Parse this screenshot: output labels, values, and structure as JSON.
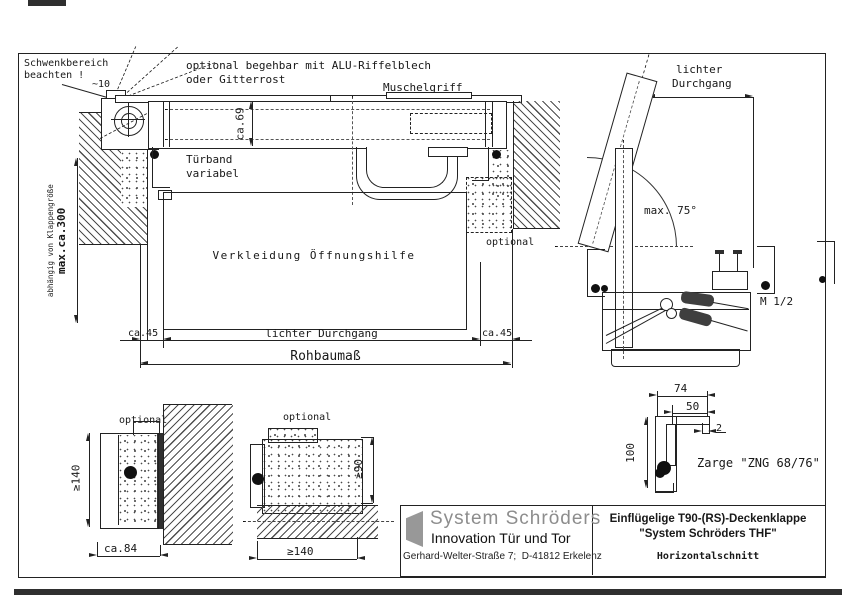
{
  "main_view": {
    "swing_note_line1": "Schwenkbereich",
    "swing_note_line2": "beachten !",
    "gap_dim": "~10",
    "walkable_note_line1": "optional begehbar mit ALU-Riffelblech",
    "walkable_note_line2": "oder Gitterrost",
    "handle_label": "Muschelgriff",
    "leaf_thickness_dim": "ca.69",
    "hinge_label_line1": "Türband",
    "hinge_label_line2": "variabel",
    "cover_label": "Verkleidung Öffnungshilfe",
    "optional_label": "optional",
    "height_dim_note": "abhängig von Klappengröße",
    "height_dim": "max.ca.300",
    "frame_dim_left": "ca.45",
    "clear_width_dim": "lichter Durchgang",
    "frame_dim_right": "ca.45",
    "shell_dim": "Rohbaumaß"
  },
  "side_view": {
    "clear_dim_line1": "lichter",
    "clear_dim_line2": "Durchgang",
    "opening_angle": "max. 75°",
    "scale_label": "M 1/2"
  },
  "detail_wall_mount": {
    "optional_label": "optional",
    "depth_dim": "≥140",
    "width_dim": "ca.84"
  },
  "detail_ceiling_mount": {
    "optional_label": "optional",
    "height_dim": "≥90",
    "width_dim": "≥140"
  },
  "detail_frame_profile": {
    "width_dim": "74",
    "inner_width_dim": "50",
    "lip_dim": "2",
    "height_dim": "100",
    "label": "Zarge \"ZNG 68/76\""
  },
  "title_block": {
    "company": "System Schröders",
    "tagline": "Innovation Tür und Tor",
    "address": "Gerhard-Welter-Straße 7;  D-41812 Erkelenz",
    "drawing_title_line1": "Einflügelige T90-(RS)-Deckenklappe",
    "drawing_title_line2": "\"System Schröders THF\"",
    "view_label": "Horizontalschnitt"
  },
  "colors": {
    "line": "#1f1f1f",
    "logo_gray": "#989898",
    "company_gray": "#8d8d8d"
  }
}
